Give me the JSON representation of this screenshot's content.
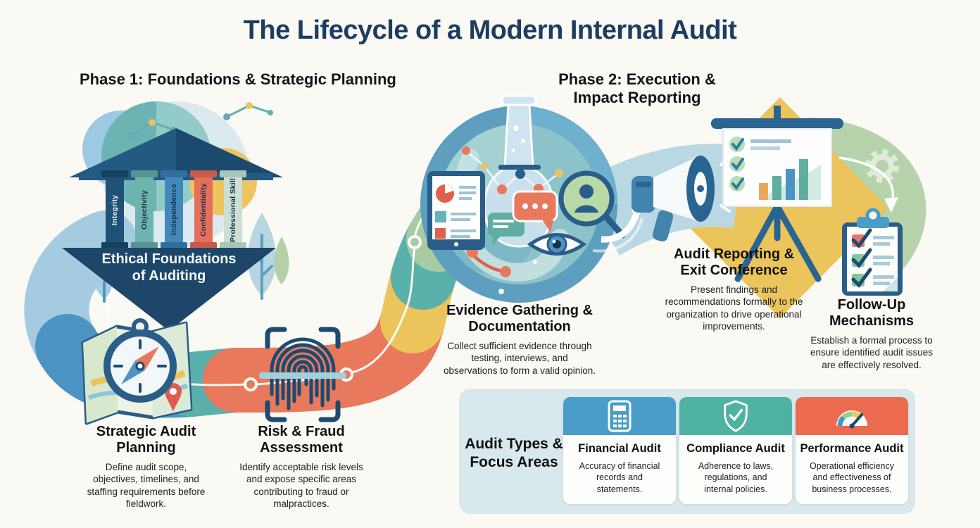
{
  "title": "The Lifecycle of a Modern Internal Audit",
  "phase1": {
    "heading": "Phase 1: Foundations & Strategic Planning"
  },
  "phase2": {
    "heading": "Phase 2: Execution &\nImpact Reporting"
  },
  "temple": {
    "pillars": [
      "Integrity",
      "Objectivity",
      "Independence",
      "Confidentiality",
      "Professional Skill"
    ],
    "base_label": "Ethical Foundations\nof Auditing"
  },
  "steps": [
    {
      "id": "strategic-audit-planning",
      "title": "Strategic Audit\nPlanning",
      "description": "Define audit scope,\nobjectives, timelines, and\nstaffing requirements before\nfieldwork.",
      "icon": "map-compass-icon"
    },
    {
      "id": "risk-fraud-assessment",
      "title": "Risk & Fraud\nAssessment",
      "description": "Identify acceptable risk levels\nand expose specific areas\ncontributing to fraud or\nmalpractices.",
      "icon": "fingerprint-scan-icon"
    },
    {
      "id": "evidence-gathering-documentation",
      "title": "Evidence Gathering &\nDocumentation",
      "description": "Collect sufficient evidence through\ntesting, interviews, and\nobservations to form a valid opinion.",
      "icon": "research-flask-icon"
    },
    {
      "id": "audit-reporting-exit-conference",
      "title": "Audit Reporting &\nExit Conference",
      "description": "Present findings and\nrecommendations formally to the\norganization to drive operational\nimprovements.",
      "icon": "megaphone-presentation-icon"
    },
    {
      "id": "follow-up-mechanisms",
      "title": "Follow-Up\nMechanisms",
      "description": "Establish a formal process to\nensure identified audit issues\nare effectively resolved.",
      "icon": "clipboard-checklist-icon"
    }
  ],
  "audit_types": {
    "label": "Audit Types &\nFocus Areas",
    "cards": [
      {
        "title": "Financial Audit",
        "description": "Accuracy of financial\nrecords and\nstatements.",
        "icon": "calculator-icon",
        "header_color": "#4a9dc9"
      },
      {
        "title": "Compliance Audit",
        "description": "Adherence to laws,\nregulations, and\ninternal policies.",
        "icon": "shield-check-icon",
        "header_color": "#4fb3a3"
      },
      {
        "title": "Performance Audit",
        "description": "Operational efficiency\nand effectiveness of\nbusiness processes.",
        "icon": "gauge-icon",
        "header_color": "#ec6a50"
      }
    ]
  },
  "colors": {
    "background": "#faf9f4",
    "title_navy": "#1d3d60",
    "ribbon_lightblue": "#a5cbe1",
    "ribbon_blue": "#4b94c4",
    "ribbon_teal": "#5ab0ab",
    "ribbon_orange": "#e9795d",
    "ribbon_yellow": "#ecc45c",
    "ribbon_green": "#a8cba4",
    "panel_background": "#d9e8ec",
    "temple_navy": "#1d4668"
  }
}
